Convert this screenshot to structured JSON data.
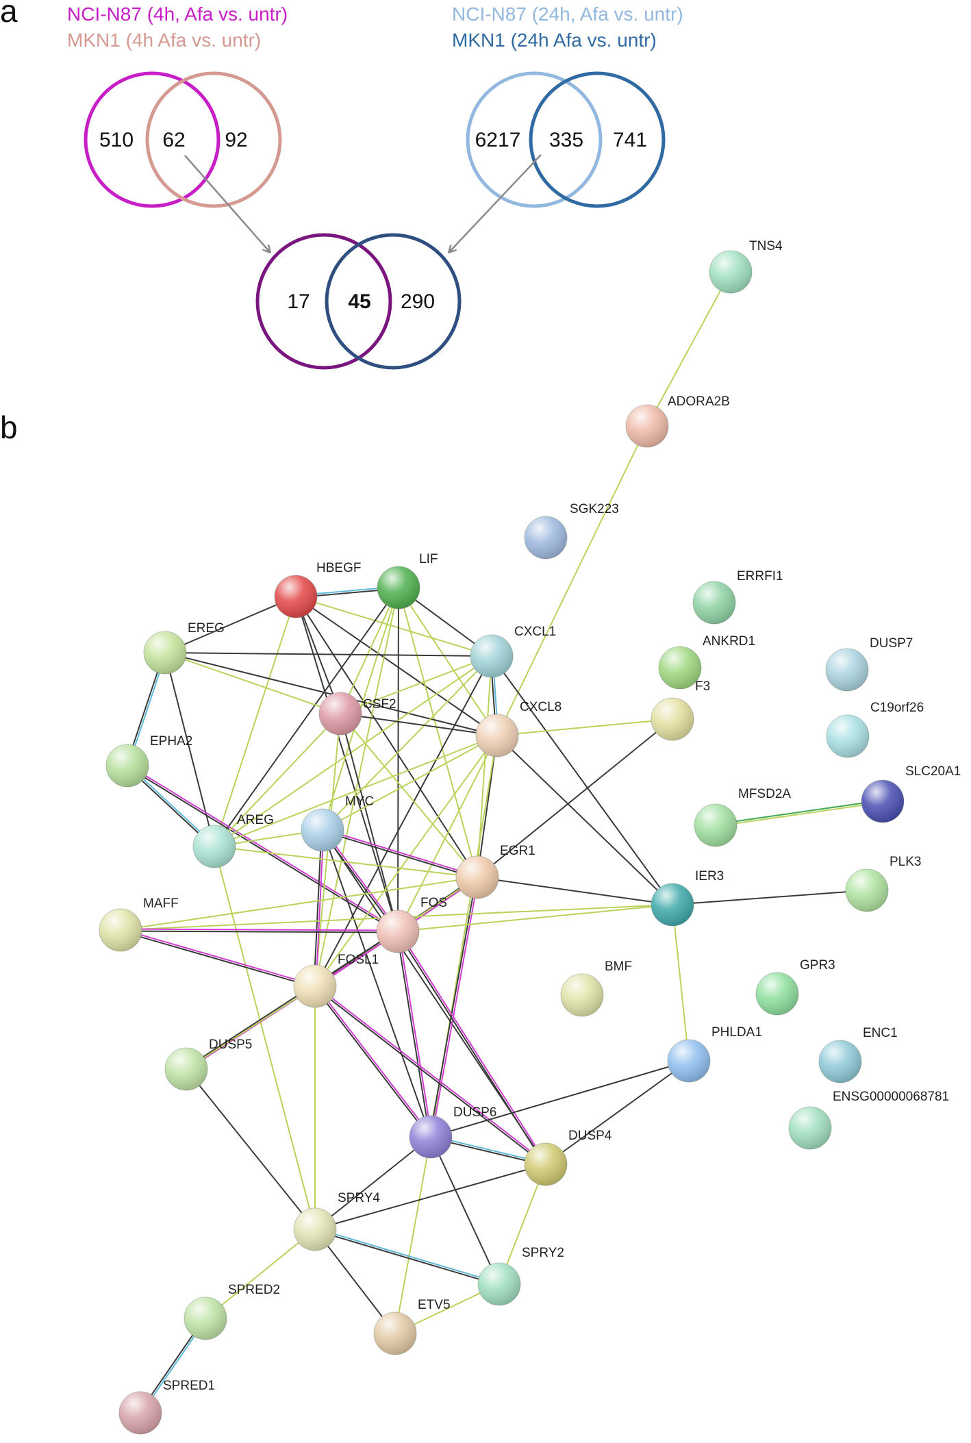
{
  "panel_a": {
    "letter": "a",
    "legend": {
      "nci_4h": "NCI-N87 (4h, Afa vs. untr)",
      "mkn1_4h": "MKN1 (4h Afa vs. untr)",
      "nci_24h": "NCI-N87 (24h, Afa vs. untr)",
      "mkn1_24h": "MKN1 (24h Afa vs. untr)"
    },
    "venn_4h": {
      "left": "510",
      "overlap": "62",
      "right": "92"
    },
    "venn_24h": {
      "left": "6217",
      "overlap": "335",
      "right": "741"
    },
    "venn_combined": {
      "left": "17",
      "overlap": "45",
      "right": "290"
    },
    "colors": {
      "nci_4h": "#c81ec8",
      "mkn1_4h": "#d49a92",
      "nci_24h": "#93b8e0",
      "mkn1_24h": "#2f6aa3",
      "combined_left": "#7a1580",
      "combined_right": "#2f4f80",
      "overlap_highlight": "#e01010",
      "arrow": "#8a8a8a"
    }
  },
  "panel_b": {
    "letter": "b",
    "nodes": [
      {
        "id": "TNS4",
        "label": "TNS4",
        "color": "#9fe0bf"
      },
      {
        "id": "ADORA2B",
        "label": "ADORA2B",
        "color": "#efb9a8"
      },
      {
        "id": "SGK223",
        "label": "SGK223",
        "color": "#9fb9e0"
      },
      {
        "id": "HBEGF",
        "label": "HBEGF",
        "color": "#e34848"
      },
      {
        "id": "LIF",
        "label": "LIF",
        "color": "#4fb04f"
      },
      {
        "id": "ERRFI1",
        "label": "ERRFI1",
        "color": "#8fd3a4"
      },
      {
        "id": "EREG",
        "label": "EREG",
        "color": "#c3e39a"
      },
      {
        "id": "CXCL1",
        "label": "CXCL1",
        "color": "#9fd3d8"
      },
      {
        "id": "ANKRD1",
        "label": "ANKRD1",
        "color": "#9fd87f"
      },
      {
        "id": "DUSP7",
        "label": "DUSP7",
        "color": "#a9d3e0"
      },
      {
        "id": "CSF2",
        "label": "CSF2",
        "color": "#df9aa6"
      },
      {
        "id": "F3",
        "label": "F3",
        "color": "#e3dfa0"
      },
      {
        "id": "CXCL8",
        "label": "CXCL8",
        "color": "#efcfb4"
      },
      {
        "id": "C19orf26",
        "label": "C19orf26",
        "color": "#a9e0e3"
      },
      {
        "id": "EPHA2",
        "label": "EPHA2",
        "color": "#b5df9a"
      },
      {
        "id": "SLC20A1",
        "label": "SLC20A1",
        "color": "#4a4fb3"
      },
      {
        "id": "MFSD2A",
        "label": "MFSD2A",
        "color": "#9fdf9f"
      },
      {
        "id": "MYC",
        "label": "MYC",
        "color": "#a9cfe8"
      },
      {
        "id": "AREG",
        "label": "AREG",
        "color": "#a9e3d3"
      },
      {
        "id": "EGR1",
        "label": "EGR1",
        "color": "#efc9a9"
      },
      {
        "id": "IER3",
        "label": "IER3",
        "color": "#3fa9a9"
      },
      {
        "id": "PLK3",
        "label": "PLK3",
        "color": "#afe39f"
      },
      {
        "id": "MAFF",
        "label": "MAFF",
        "color": "#dfe3a5"
      },
      {
        "id": "FOS",
        "label": "FOS",
        "color": "#efbfb4"
      },
      {
        "id": "FOSL1",
        "label": "FOSL1",
        "color": "#efdfb4"
      },
      {
        "id": "BMF",
        "label": "BMF",
        "color": "#dfe3a5"
      },
      {
        "id": "GPR3",
        "label": "GPR3",
        "color": "#8fdf9f"
      },
      {
        "id": "DUSP5",
        "label": "DUSP5",
        "color": "#bfe3a5"
      },
      {
        "id": "PHLDA1",
        "label": "PHLDA1",
        "color": "#8fbfef"
      },
      {
        "id": "ENC1",
        "label": "ENC1",
        "color": "#8fc9d8"
      },
      {
        "id": "ENSG00000068781",
        "label": "ENSG00000068781",
        "color": "#9fdfbf"
      },
      {
        "id": "DUSP6",
        "label": "DUSP6",
        "color": "#8f7fd8"
      },
      {
        "id": "DUSP4",
        "label": "DUSP4",
        "color": "#cfc970"
      },
      {
        "id": "SPRY4",
        "label": "SPRY4",
        "color": "#e3e3b4"
      },
      {
        "id": "SPRY2",
        "label": "SPRY2",
        "color": "#9fdfbf"
      },
      {
        "id": "SPRED2",
        "label": "SPRED2",
        "color": "#bfe3a5"
      },
      {
        "id": "ETV5",
        "label": "ETV5",
        "color": "#e3c9a5"
      },
      {
        "id": "SPRED1",
        "label": "SPRED1",
        "color": "#d8a3a8"
      }
    ],
    "edges": [
      [
        "TNS4",
        "ADORA2B",
        "yellow"
      ],
      [
        "ADORA2B",
        "CXCL8",
        "yellow"
      ],
      [
        "HBEGF",
        "LIF",
        "blue"
      ],
      [
        "HBEGF",
        "EREG",
        "black"
      ],
      [
        "HBEGF",
        "CSF2",
        "black"
      ],
      [
        "HBEGF",
        "CXCL1",
        "yellow"
      ],
      [
        "HBEGF",
        "CXCL8",
        "black"
      ],
      [
        "HBEGF",
        "FOS",
        "black"
      ],
      [
        "HBEGF",
        "EGR1",
        "black"
      ],
      [
        "HBEGF",
        "AREG",
        "yellow"
      ],
      [
        "LIF",
        "CSF2",
        "yellow"
      ],
      [
        "LIF",
        "CXCL1",
        "black"
      ],
      [
        "LIF",
        "CXCL8",
        "yellow"
      ],
      [
        "LIF",
        "MYC",
        "yellow"
      ],
      [
        "LIF",
        "FOS",
        "black"
      ],
      [
        "LIF",
        "FOSL1",
        "yellow"
      ],
      [
        "LIF",
        "EGR1",
        "yellow"
      ],
      [
        "LIF",
        "AREG",
        "black"
      ],
      [
        "EREG",
        "CXCL1",
        "black"
      ],
      [
        "EREG",
        "CSF2",
        "yellow"
      ],
      [
        "EREG",
        "EPHA2",
        "blue"
      ],
      [
        "EREG",
        "AREG",
        "black"
      ],
      [
        "EREG",
        "CXCL8",
        "black"
      ],
      [
        "EPHA2",
        "AREG",
        "blue"
      ],
      [
        "EPHA2",
        "FOS",
        "pink"
      ],
      [
        "CXCL1",
        "CXCL8",
        "blue"
      ],
      [
        "CXCL1",
        "CSF2",
        "yellow"
      ],
      [
        "CXCL1",
        "EGR1",
        "yellow"
      ],
      [
        "CXCL1",
        "MYC",
        "yellow"
      ],
      [
        "CXCL1",
        "IER3",
        "black"
      ],
      [
        "CXCL1",
        "FOSL1",
        "black"
      ],
      [
        "CXCL1",
        "AREG",
        "yellow"
      ],
      [
        "CSF2",
        "CXCL8",
        "black"
      ],
      [
        "CSF2",
        "FOS",
        "black"
      ],
      [
        "CSF2",
        "FOSL1",
        "yellow"
      ],
      [
        "CSF2",
        "EGR1",
        "yellow"
      ],
      [
        "CSF2",
        "AREG",
        "yellow"
      ],
      [
        "CXCL8",
        "F3",
        "yellow"
      ],
      [
        "CXCL8",
        "FOS",
        "yellow"
      ],
      [
        "CXCL8",
        "FOSL1",
        "yellow"
      ],
      [
        "CXCL8",
        "EGR1",
        "black"
      ],
      [
        "CXCL8",
        "MYC",
        "yellow"
      ],
      [
        "CXCL8",
        "IER3",
        "black"
      ],
      [
        "CXCL8",
        "AREG",
        "yellow"
      ],
      [
        "CXCL8",
        "DUSP6",
        "yellow"
      ],
      [
        "F3",
        "EGR1",
        "black"
      ],
      [
        "MFSD2A",
        "SLC20A1",
        "green"
      ],
      [
        "MYC",
        "FOS",
        "pink"
      ],
      [
        "MYC",
        "FOSL1",
        "pink"
      ],
      [
        "MYC",
        "EGR1",
        "pink"
      ],
      [
        "MYC",
        "DUSP6",
        "black"
      ],
      [
        "MYC",
        "DUSP4",
        "black"
      ],
      [
        "MYC",
        "AREG",
        "yellow"
      ],
      [
        "AREG",
        "EGR1",
        "yellow"
      ],
      [
        "AREG",
        "SPRY4",
        "yellow"
      ],
      [
        "EGR1",
        "FOS",
        "pink"
      ],
      [
        "EGR1",
        "IER3",
        "black"
      ],
      [
        "EGR1",
        "FOSL1",
        "yellow"
      ],
      [
        "EGR1",
        "DUSP6",
        "pink"
      ],
      [
        "EGR1",
        "MAFF",
        "yellow"
      ],
      [
        "IER3",
        "PLK3",
        "black"
      ],
      [
        "IER3",
        "PHLDA1",
        "yellow"
      ],
      [
        "IER3",
        "FOS",
        "yellow"
      ],
      [
        "IER3",
        "MAFF",
        "yellow"
      ],
      [
        "MAFF",
        "FOS",
        "pink"
      ],
      [
        "MAFF",
        "FOSL1",
        "pink"
      ],
      [
        "FOS",
        "FOSL1",
        "pink"
      ],
      [
        "FOS",
        "DUSP6",
        "pink"
      ],
      [
        "FOS",
        "DUSP4",
        "pink"
      ],
      [
        "FOS",
        "DUSP5",
        "pink"
      ],
      [
        "FOSL1",
        "DUSP6",
        "pink"
      ],
      [
        "FOSL1",
        "DUSP4",
        "pink"
      ],
      [
        "FOSL1",
        "DUSP5",
        "yellow"
      ],
      [
        "FOSL1",
        "SPRY4",
        "yellow"
      ],
      [
        "DUSP5",
        "SPRY4",
        "black"
      ],
      [
        "PHLDA1",
        "DUSP6",
        "black"
      ],
      [
        "PHLDA1",
        "DUSP4",
        "black"
      ],
      [
        "DUSP6",
        "DUSP4",
        "blue"
      ],
      [
        "DUSP6",
        "SPRY4",
        "black"
      ],
      [
        "DUSP6",
        "SPRY2",
        "black"
      ],
      [
        "DUSP6",
        "ETV5",
        "yellow"
      ],
      [
        "DUSP4",
        "SPRY4",
        "black"
      ],
      [
        "DUSP4",
        "SPRY2",
        "yellow"
      ],
      [
        "SPRY4",
        "SPRY2",
        "blue"
      ],
      [
        "SPRY4",
        "SPRED2",
        "yellow"
      ],
      [
        "SPRY4",
        "ETV5",
        "black"
      ],
      [
        "SPRY2",
        "ETV5",
        "yellow"
      ],
      [
        "SPRED2",
        "SPRED1",
        "blue"
      ]
    ]
  }
}
